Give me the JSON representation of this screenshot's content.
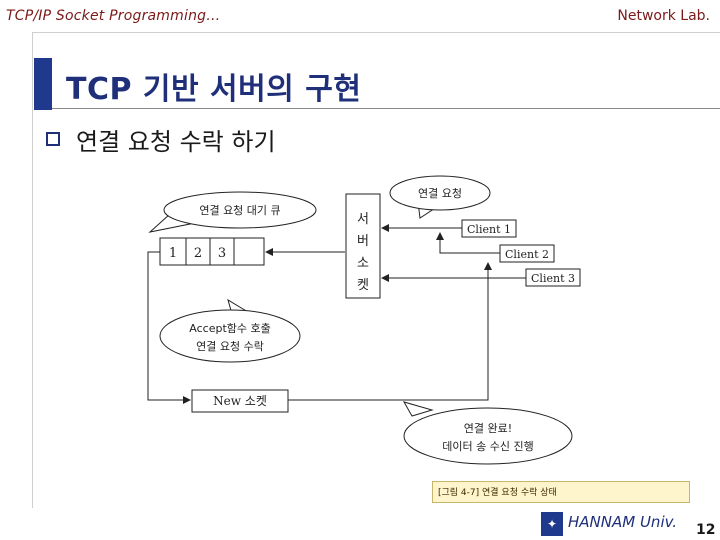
{
  "header": {
    "left": "TCP/IP Socket Programming…",
    "right": "Network Lab."
  },
  "slide": {
    "title": "TCP 기반 서버의 구현",
    "bullet": "연결 요청 수락 하기"
  },
  "diagram": {
    "queue_bubble": "연결 요청 대기 큐",
    "queue_cells": [
      "1",
      "2",
      "3",
      ""
    ],
    "request_bubble": "연결 요청",
    "server_socket_chars": [
      "서",
      "버",
      "소",
      "켓"
    ],
    "clients": [
      "Client 1",
      "Client 2",
      "Client 3"
    ],
    "accept_bubble_line1": "Accept함수 호출",
    "accept_bubble_line2": "연결 요청 수락",
    "new_socket": "New 소켓",
    "done_bubble_line1": "연결 완료!",
    "done_bubble_line2": "데이터 송 수신 진행"
  },
  "caption": "[그림 4-7] 연결 요청 수락 상태",
  "footer": {
    "logo": "✦",
    "university": "HANNAM Univ.",
    "page": "12"
  },
  "colors": {
    "accent": "#1f3a8c",
    "header_text": "#7a1a1a"
  }
}
